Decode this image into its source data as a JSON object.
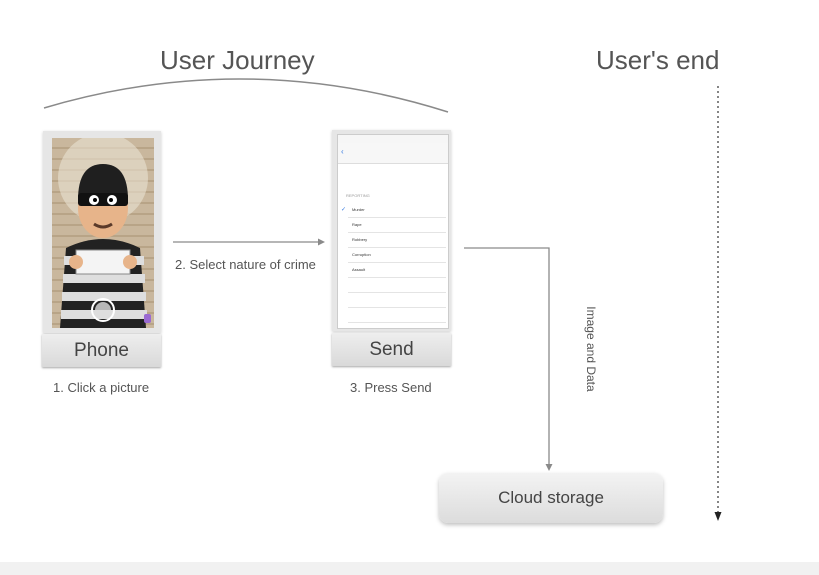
{
  "title": "User Journey",
  "users_end": "User's end",
  "phone": {
    "label": "Phone",
    "caption": "1. Click a picture",
    "image": "burglar-mugshot"
  },
  "step2": "2. Select nature of crime",
  "send": {
    "label": "Send",
    "caption": "3. Press Send",
    "screen": {
      "header": "REPORTING",
      "options": [
        "Murder",
        "Rape",
        "Robbery",
        "Corruption",
        "Assault"
      ],
      "selected": "Murder"
    }
  },
  "arrow_label": "Image and Data",
  "cloud": "Cloud storage",
  "colors": {
    "line": "#8a8a8a",
    "box_top": "#eeeeee",
    "box_bottom": "#d9d9d9"
  }
}
